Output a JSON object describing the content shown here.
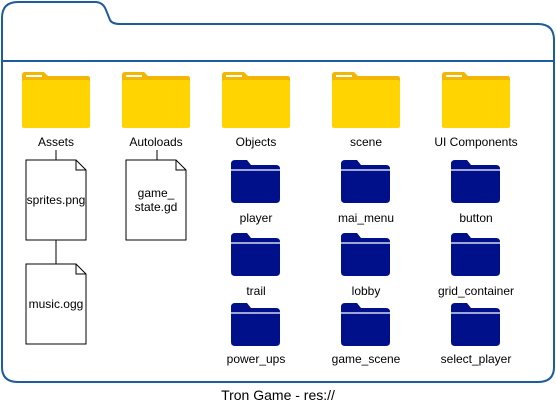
{
  "caption": "Tron Game - res://",
  "top_folders": [
    {
      "label": "Assets"
    },
    {
      "label": "Autoloads"
    },
    {
      "label": "Objects"
    },
    {
      "label": "scene"
    },
    {
      "label": "UI Components"
    }
  ],
  "files": [
    {
      "label": "sprites.png"
    },
    {
      "label": "music.ogg"
    },
    {
      "label": "game_ state.gd"
    }
  ],
  "objects_children": [
    {
      "label": "player"
    },
    {
      "label": "trail"
    },
    {
      "label": "power_ups"
    }
  ],
  "scene_children": [
    {
      "label": "mai_menu"
    },
    {
      "label": "lobby"
    },
    {
      "label": "game_scene"
    }
  ],
  "ui_children": [
    {
      "label": "button"
    },
    {
      "label": "grid_container"
    },
    {
      "label": "select_player"
    }
  ],
  "colors": {
    "folder_yellow": "#FFD400",
    "folder_yellow_back": "#F2B705",
    "folder_blue": "#000F8A",
    "outline": "#1D5C9E"
  }
}
